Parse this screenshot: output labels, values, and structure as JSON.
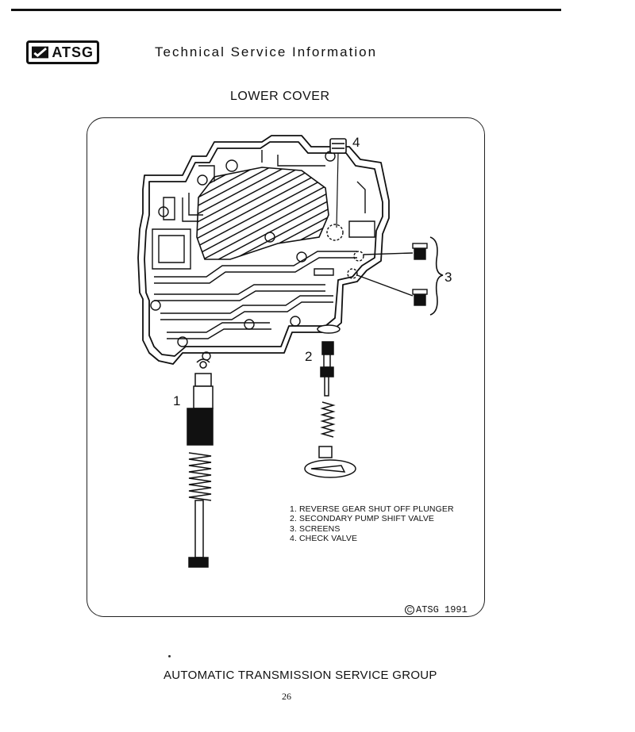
{
  "header": {
    "logo_text": "ATSG",
    "title": "Technical Service Information"
  },
  "page": {
    "heading": "LOWER COVER",
    "footer_org": "AUTOMATIC TRANSMISSION SERVICE GROUP",
    "page_number": "26"
  },
  "figure": {
    "callouts": {
      "item1": "1",
      "item2": "2",
      "item3": "3",
      "item4": "4"
    },
    "legend": [
      "1.  REVERSE GEAR SHUT OFF PLUNGER",
      "2.  SECONDARY PUMP SHIFT VALVE",
      "3.  SCREENS",
      "4.  CHECK VALVE"
    ],
    "copyright": {
      "symbol": "C",
      "text": "ATSG 1991"
    }
  }
}
